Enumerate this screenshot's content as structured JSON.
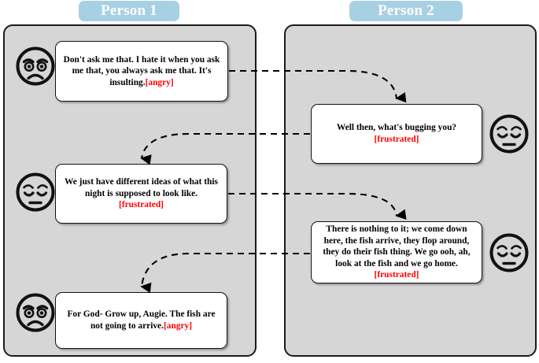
{
  "columns": [
    {
      "id": "person-1",
      "title": "Person 1"
    },
    {
      "id": "person-2",
      "title": "Person 2"
    }
  ],
  "colors": {
    "header_pill": "#a8d0e4",
    "header_text": "#ffffff",
    "panel_fill": "#d6d6d6",
    "panel_border": "#1b1b1b",
    "bubble_fill": "#ffffff",
    "bubble_border": "#111111",
    "emotion_label": "#ff0000",
    "arrow": "#000000"
  },
  "conversation": [
    {
      "index": 1,
      "speaker": "Person 1",
      "text": "Don't ask me that. I hate it when you ask me that, you always ask me that. It's insulting.",
      "emotion": "[angry]",
      "emotion_name": "angry",
      "avatar_icon": "angry-face-icon"
    },
    {
      "index": 2,
      "speaker": "Person 2",
      "text": "Well then, what's bugging you?",
      "emotion": "[frustrated]",
      "emotion_name": "frustrated",
      "avatar_icon": "frustrated-face-icon"
    },
    {
      "index": 3,
      "speaker": "Person 1",
      "text": "We just have different ideas of what this night is supposed to look like.",
      "emotion": "[frustrated]",
      "emotion_name": "frustrated",
      "avatar_icon": "frustrated-face-icon"
    },
    {
      "index": 4,
      "speaker": "Person 2",
      "text": "There is nothing to it; we come down here, the fish arrive, they flop around, they do their fish thing. We go ooh, ah, look at the fish and we go home.",
      "emotion": "[frustrated]",
      "emotion_name": "frustrated",
      "avatar_icon": "frustrated-face-icon"
    },
    {
      "index": 5,
      "speaker": "Person 1",
      "text": "For God- Grow up, Augie. The fish are not going to arrive.",
      "emotion": "[angry]",
      "emotion_name": "angry",
      "avatar_icon": "angry-face-icon"
    }
  ],
  "flow_arrows": [
    {
      "from_turn": 1,
      "to_turn": 2,
      "style": "dashed-curved-arrow"
    },
    {
      "from_turn": 2,
      "to_turn": 3,
      "style": "dashed-curved-arrow"
    },
    {
      "from_turn": 3,
      "to_turn": 4,
      "style": "dashed-curved-arrow"
    },
    {
      "from_turn": 4,
      "to_turn": 5,
      "style": "dashed-curved-arrow"
    }
  ]
}
